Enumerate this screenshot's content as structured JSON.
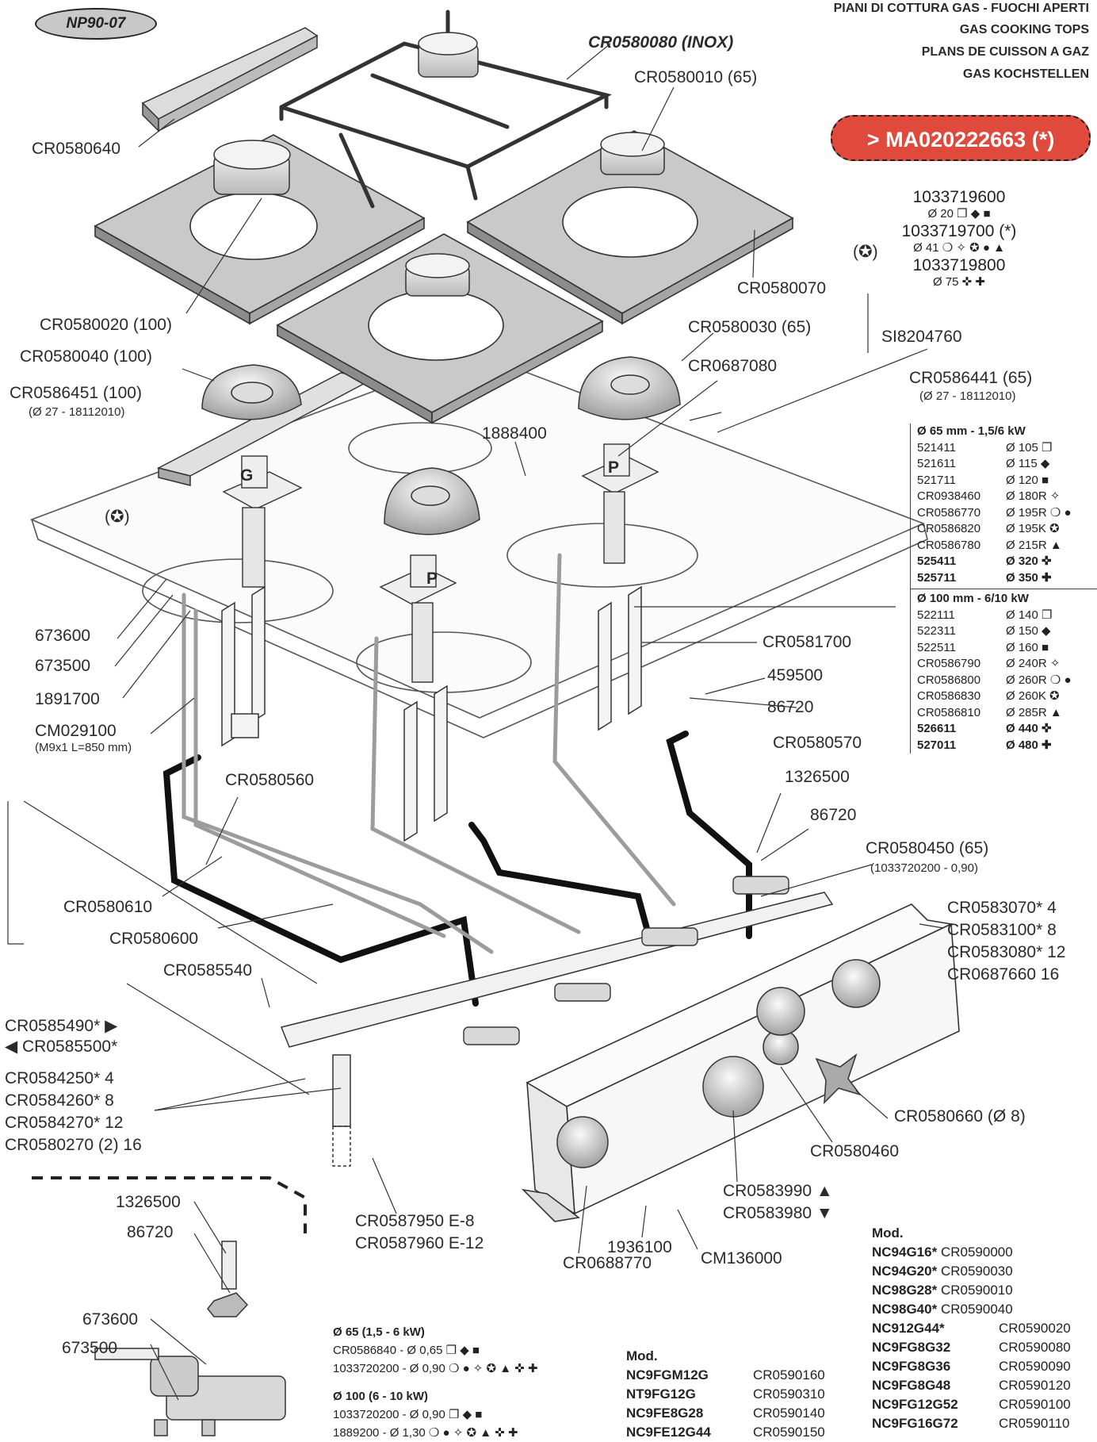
{
  "badge": "NP90-07",
  "header": {
    "line1": "PIANI DI COTTURA GAS - FUOCHI APERTI",
    "line2": "GAS COOKING TOPS",
    "line3": "PLANS DE CUISSON A GAZ",
    "line4": "GAS KOCHSTELLEN"
  },
  "ma_code": "> MA020222663 (*)",
  "grate_inox": "CR0580080 (INOX)",
  "parts": {
    "p1": "CR0580010 (65)",
    "p2": "CR0580640",
    "p3": "CR0580070",
    "p4": "CR0580020 (100)",
    "p5": "CR0580040 (100)",
    "p6": "CR0586451 (100)",
    "p6b": "(Ø 27 - 18112010)",
    "p7": "CR0580030 (65)",
    "p8": "SI8204760",
    "p9": "CR0687080",
    "p10": "CR0586441 (65)",
    "p10b": "(Ø 27 - 18112010)",
    "p11": "1888400",
    "p12": "(✪)",
    "p13": "673600",
    "p14": "673500",
    "p15": "1891700",
    "p16": "CM029100",
    "p16b": "(M9x1 L=850 mm)",
    "p17": "CR0581700",
    "p18": "459500",
    "p19": "86720",
    "p20": "CR0580570",
    "p21": "CR0580560",
    "p22": "1326500",
    "p23": "86720",
    "p24": "CR0580450 (65)",
    "p24b": "(1033720200 - 0,90)",
    "p25": "CR0580610",
    "p26": "CR0580600",
    "p27": "CR0585540",
    "p28": "CR0585490* ▶",
    "p29": "◀ CR0585500*",
    "p30": "CR0584250* 4",
    "p31": "CR0584260* 8",
    "p32": "CR0584270* 12",
    "p33": "CR0580270 (2) 16",
    "p34": "CR0583070*  4",
    "p35": "CR0583100*  8",
    "p36": "CR0583080*  12",
    "p37": "CR0687660   16",
    "p38": "CR0580660 (Ø 8)",
    "p39": "CR0580460",
    "p40": "CR0583990 ▲",
    "p41": "CR0583980 ▼",
    "p42": "CR0587950 E-8",
    "p43": "CR0587960 E-12",
    "p44": "1936100",
    "p45": "CM136000",
    "p46": "CR0688770",
    "p47": "1326500",
    "p48": "86720",
    "p49": "673600",
    "p50": "673500",
    "p51": "(✪)"
  },
  "injectors": {
    "a": "1033719600",
    "a_spec": "Ø 20 ❐ ◆ ■",
    "b": "1033719700 (*)",
    "b_spec": "Ø 41 ❍ ✧ ✪ ● ▲",
    "c": "1033719800",
    "c_spec": "Ø 75 ✜ ✚"
  },
  "table65": {
    "title": "Ø 65 mm - 1,5/6 kW",
    "rows": [
      [
        "521411",
        "Ø 105 ❐"
      ],
      [
        "521611",
        "Ø 115 ◆"
      ],
      [
        "521711",
        "Ø 120 ■"
      ],
      [
        "CR0938460",
        "Ø 180R ✧"
      ],
      [
        "CR0586770",
        "Ø 195R ❍ ●"
      ],
      [
        "CR0586820",
        "Ø 195K ✪"
      ],
      [
        "CR0586780",
        "Ø 215R ▲"
      ],
      [
        "525411",
        "Ø 320 ✜"
      ],
      [
        "525711",
        "Ø 350 ✚"
      ]
    ]
  },
  "table100": {
    "title": "Ø 100 mm - 6/10 kW",
    "rows": [
      [
        "522111",
        "Ø 140 ❐"
      ],
      [
        "522311",
        "Ø 150 ◆"
      ],
      [
        "522511",
        "Ø 160 ■"
      ],
      [
        "CR0586790",
        "Ø 240R ✧"
      ],
      [
        "CR0586800",
        "Ø 260R ❍ ●"
      ],
      [
        "CR0586830",
        "Ø 260K ✪"
      ],
      [
        "CR0586810",
        "Ø 285R ▲"
      ],
      [
        "526611",
        "Ø 440 ✜"
      ],
      [
        "527011",
        "Ø 480 ✚"
      ]
    ]
  },
  "nozzles": {
    "h65": "Ø 65 (1,5 - 6 kW)",
    "l1": "CR0586840 - Ø 0,65 ❐ ◆ ■",
    "l2": "1033720200 - Ø 0,90 ❍ ● ✧ ✪ ▲ ✜ ✚",
    "h100": "Ø 100 (6 - 10 kW)",
    "l3": "1033720200 - Ø 0,90 ❐ ◆ ■",
    "l4": "1889200 - Ø 1,30 ❍ ● ✧ ✪ ▲ ✜ ✚"
  },
  "models_a": {
    "title": "Mod.",
    "rows": [
      [
        "NC9FGM12G",
        "CR0590160"
      ],
      [
        "NT9FG12G",
        "CR0590310"
      ],
      [
        "NC9FE8G28",
        "CR0590140"
      ],
      [
        "NC9FE12G44",
        "CR0590150"
      ]
    ]
  },
  "models_b": {
    "title": "Mod.",
    "rows": [
      [
        "NC94G16*",
        "CR0590000"
      ],
      [
        "NC94G20*",
        "CR0590030"
      ],
      [
        "NC98G28*",
        "CR0590010"
      ],
      [
        "NC98G40*",
        "CR0590040"
      ],
      [
        "NC912G44*",
        "CR0590020"
      ],
      [
        "NC9FG8G32",
        "CR0590080"
      ],
      [
        "NC9FG8G36",
        "CR0590090"
      ],
      [
        "NC9FG8G48",
        "CR0590120"
      ],
      [
        "NC9FG12G52",
        "CR0590100"
      ],
      [
        "NC9FG16G72",
        "CR0590110"
      ]
    ]
  },
  "letters": {
    "g": "G",
    "p1": "P",
    "p2": "P"
  }
}
